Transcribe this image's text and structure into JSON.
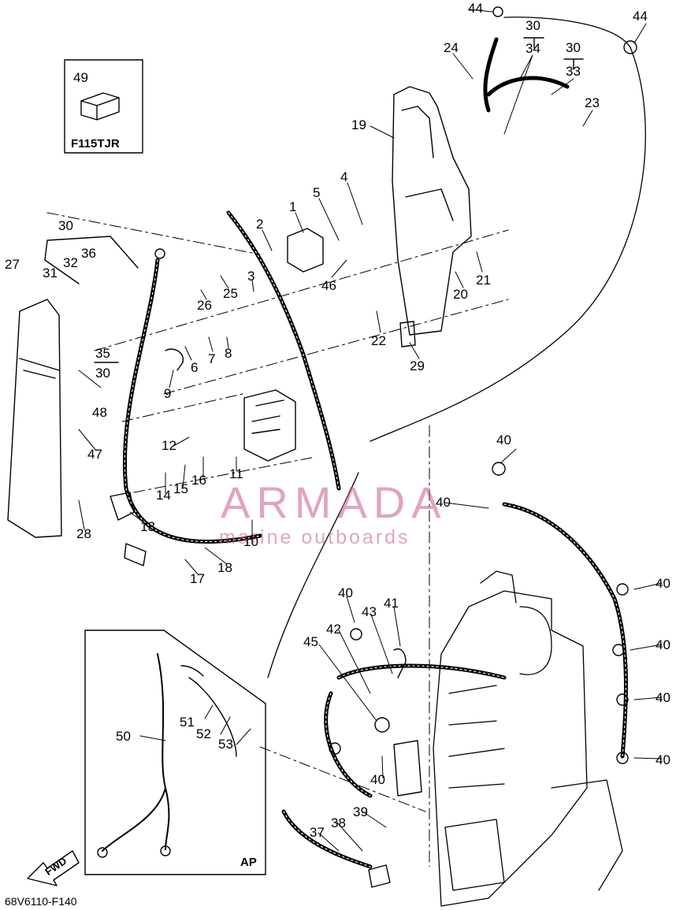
{
  "diagram": {
    "part_code": "68V6110-F140",
    "inset_model": "F115TJR",
    "inset_part": "49",
    "ap_box_label": "AP",
    "fwd_label": "FWD",
    "watermark": {
      "title": "ARMADA",
      "subtitle": "marine outboards"
    },
    "callouts": [
      "44",
      "44",
      "30",
      "34",
      "30",
      "33",
      "24",
      "23",
      "19",
      "4",
      "5",
      "1",
      "2",
      "46",
      "21",
      "20",
      "30",
      "36",
      "32",
      "31",
      "27",
      "35",
      "30",
      "26",
      "25",
      "3",
      "22",
      "29",
      "6",
      "7",
      "8",
      "9",
      "48",
      "47",
      "12",
      "14",
      "15",
      "16",
      "11",
      "13",
      "10",
      "28",
      "18",
      "17",
      "40",
      "40",
      "40",
      "40",
      "40",
      "40",
      "40",
      "41",
      "43",
      "42",
      "45",
      "51",
      "52",
      "53",
      "50",
      "40",
      "39",
      "38",
      "37"
    ]
  }
}
